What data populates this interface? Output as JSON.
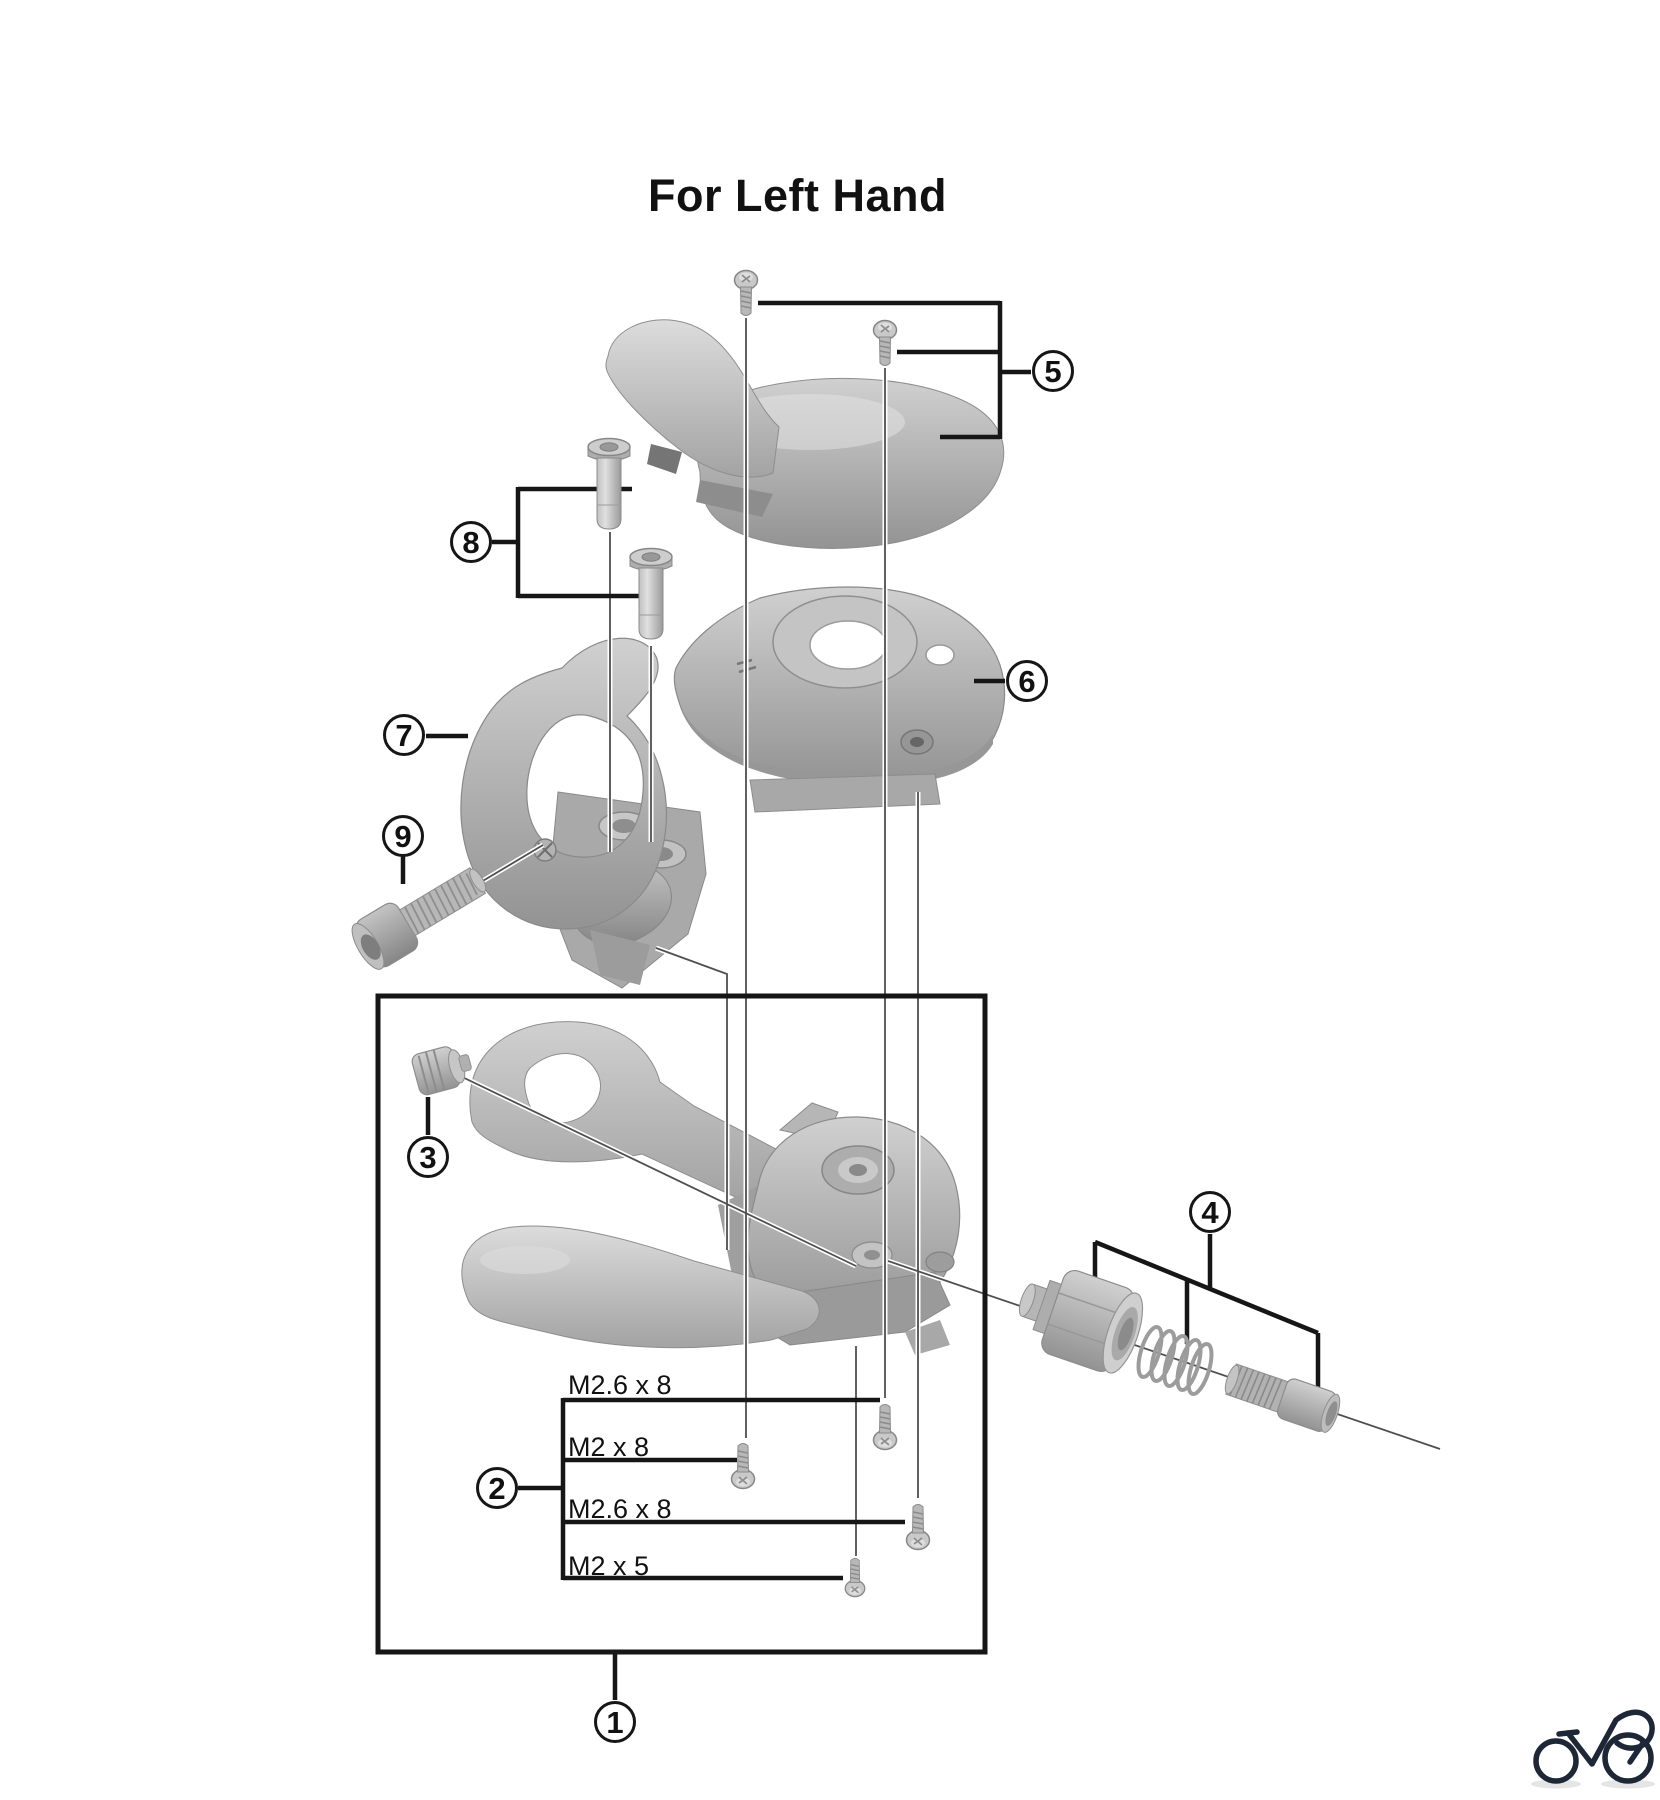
{
  "title": "For Left Hand",
  "callouts": [
    {
      "number": "1"
    },
    {
      "number": "2"
    },
    {
      "number": "3"
    },
    {
      "number": "4"
    },
    {
      "number": "5"
    },
    {
      "number": "6"
    },
    {
      "number": "7"
    },
    {
      "number": "8"
    },
    {
      "number": "9"
    }
  ],
  "screw_specs": [
    {
      "label": "M2.6 x 8"
    },
    {
      "label": "M2 x 8"
    },
    {
      "label": "M2.6 x 8"
    },
    {
      "label": "M2 x 5"
    }
  ],
  "icons": {
    "footer_logo": "bicycle-logo"
  },
  "colors": {
    "ink": "#161616",
    "leader_line": "#4f4f4f",
    "part_gray": "#b5b5b5",
    "logo_navy": "#1d2736"
  }
}
